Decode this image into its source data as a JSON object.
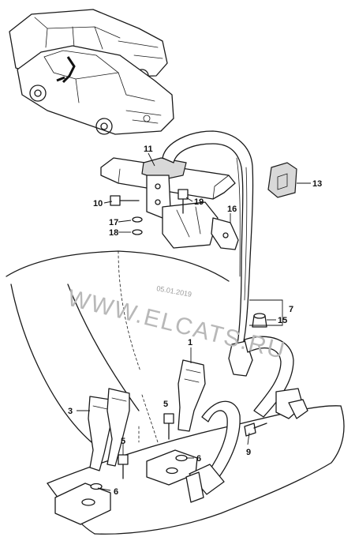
{
  "watermark": {
    "text": "WWW.ELCATS.RU",
    "date": "05.01.2019"
  },
  "callouts": {
    "c1": "1",
    "c3": "3",
    "c5a": "5",
    "c5b": "5",
    "c6a": "6",
    "c6b": "6",
    "c7": "7",
    "c9": "9",
    "c10": "10",
    "c11": "11",
    "c13": "13",
    "c15": "15",
    "c16": "16",
    "c17": "17",
    "c18": "18",
    "c19": "19"
  }
}
